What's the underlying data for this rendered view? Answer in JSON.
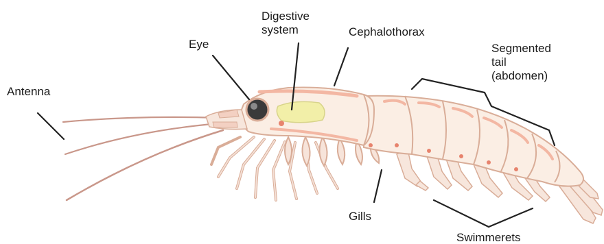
{
  "labels": {
    "antenna": "Antenna",
    "eye": "Eye",
    "digestive": [
      "Digestive",
      "system"
    ],
    "cephalothorax": "Cephalothorax",
    "tail": [
      "Segmented",
      "tail",
      "(abdomen)"
    ],
    "gills": "Gills",
    "swimmerets": "Swimmerets"
  },
  "colors": {
    "body": "#fbeee4",
    "outline": "#d9ad98",
    "accent": "#f3b7a3",
    "gut": "#f2efa8",
    "eye": "#3a3a3a",
    "leader": "#222222"
  }
}
